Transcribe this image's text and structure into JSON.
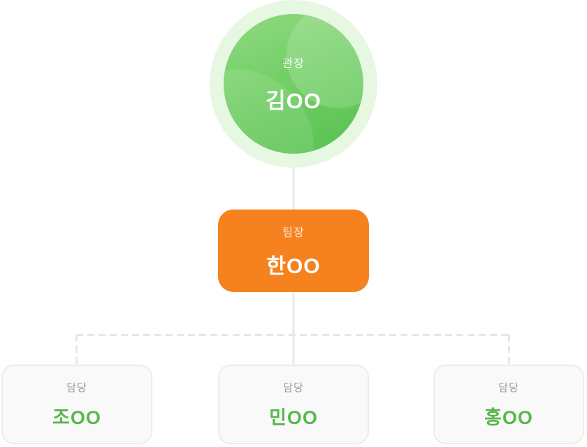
{
  "org_chart": {
    "director": {
      "role": "관장",
      "name": "김OO"
    },
    "team_leader": {
      "role": "팀장",
      "name": "한OO"
    },
    "members": [
      {
        "role": "담당",
        "name": "조OO"
      },
      {
        "role": "담당",
        "name": "민OO"
      },
      {
        "role": "담당",
        "name": "홍OO"
      }
    ]
  },
  "colors": {
    "director_gradient_start": "#90DA81",
    "director_gradient_end": "#57C150",
    "director_halo": "#E6F7E2",
    "team_leader_background": "#F5821F",
    "member_name_green": "#5AB74E",
    "role_label_gray": "#9A9A9A",
    "card_background": "#F9F9F9",
    "card_border": "#ECECEC",
    "connector_solid": "#EFEFEF",
    "connector_dashed": "#E7E7E7"
  }
}
